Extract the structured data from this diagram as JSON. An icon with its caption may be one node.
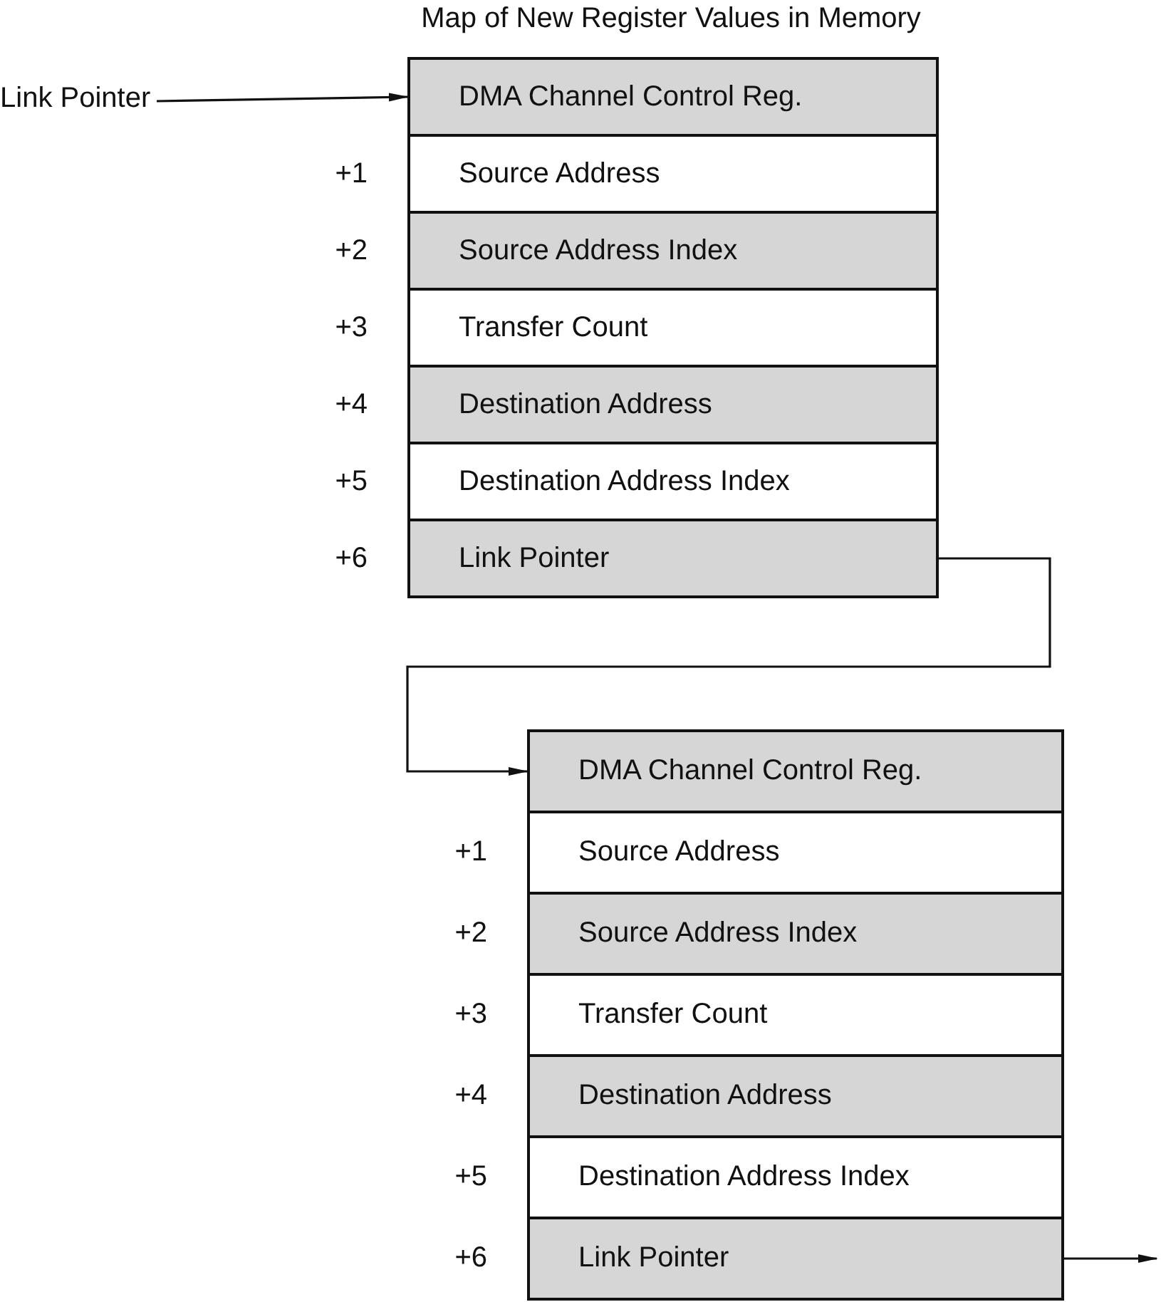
{
  "diagram": {
    "title": "Map of New Register Values in Memory",
    "nodes": [
      {
        "text": [
          "Link Pointer"
        ]
      },
      {
        "text": [
          "DMA Channel Control Reg."
        ]
      },
      {
        "text": [
          "Source Address"
        ],
        "beside": [
          "+1"
        ]
      },
      {
        "text": [
          "Source Address Index"
        ],
        "beside": [
          "+2"
        ]
      },
      {
        "text": [
          "Transfer Count"
        ],
        "beside": [
          "+3"
        ]
      },
      {
        "text": [
          "Destination Address"
        ],
        "beside": [
          "+4"
        ]
      },
      {
        "text": [
          "Destination Address Index"
        ],
        "beside": [
          "+5"
        ]
      },
      {
        "text": [
          "Link Pointer"
        ],
        "beside": [
          "+6"
        ]
      },
      {
        "text": [
          "DMA Channel Control Reg."
        ]
      },
      {
        "text": [
          "Source Address"
        ],
        "beside": [
          "+1"
        ]
      },
      {
        "text": [
          "Source Address Index"
        ],
        "beside": [
          "+2"
        ]
      },
      {
        "text": [
          "Transfer Count"
        ],
        "beside": [
          "+3"
        ]
      },
      {
        "text": [
          "Destination Address"
        ],
        "beside": [
          "+4"
        ]
      },
      {
        "text": [
          "Destination Address Index"
        ],
        "beside": [
          "+5"
        ]
      },
      {
        "text": [
          "Link Pointer"
        ],
        "beside": [
          "+6"
        ]
      }
    ],
    "edges": [
      {
        "from": 0,
        "to": 1,
        "arrow": "to"
      },
      {
        "from": 7,
        "to": 8,
        "arrow": "to"
      },
      {
        "from": 14,
        "to": null,
        "arrow": "to"
      }
    ]
  }
}
